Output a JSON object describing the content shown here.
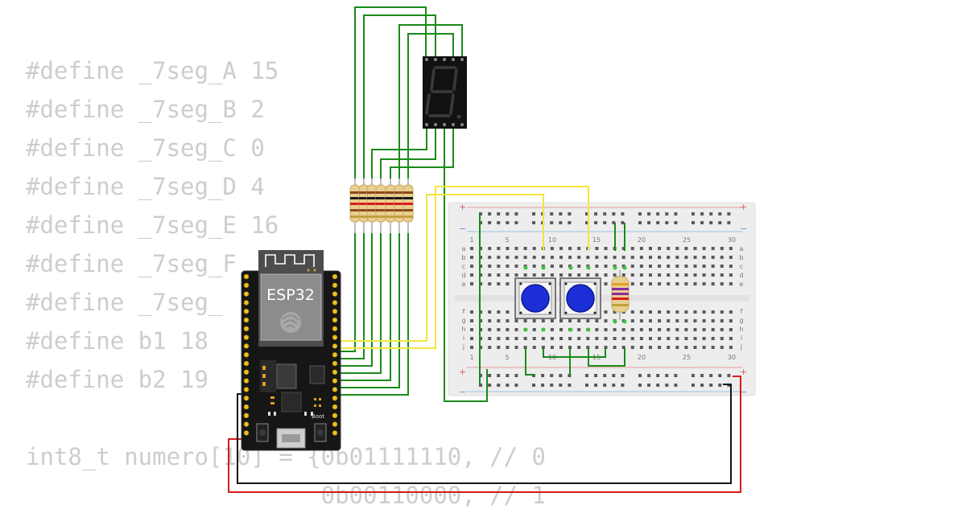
{
  "code": {
    "lines": [
      "#define _7seg_A 15",
      "#define _7seg_B 2",
      "#define _7seg_C 0",
      "#define _7seg_D 4",
      "#define _7seg_E 16",
      "#define _7seg_F",
      "#define _7seg_",
      "#define b1 18",
      "#define b2 19",
      "",
      "int8_t numero[10] = {0b01111110, // 0",
      "                     0b00110000, // 1"
    ]
  },
  "board": {
    "label": "ESP32",
    "boot_label": "Boot"
  },
  "breadboard": {
    "column_numbers": [
      "1",
      "5",
      "10",
      "15",
      "20",
      "25",
      "30"
    ],
    "row_letters_top": [
      "a",
      "b",
      "c",
      "d",
      "e"
    ],
    "row_letters_bottom": [
      "f",
      "g",
      "h",
      "i",
      "j"
    ],
    "plus_sign": "+",
    "minus_sign": "−"
  },
  "colors": {
    "wire_green": "#1a8a1a",
    "wire_yellow": "#f2e640",
    "wire_red": "#d41c1c",
    "wire_black": "#151515",
    "button_blue": "#1c2fd6",
    "code_text": "#cdcdcd",
    "segment_display": "#111111"
  },
  "icons": {
    "wifi_antenna": "antenna-icon",
    "espressif_logo": "espressif-logo-icon",
    "usb_port": "usb-port-icon"
  }
}
